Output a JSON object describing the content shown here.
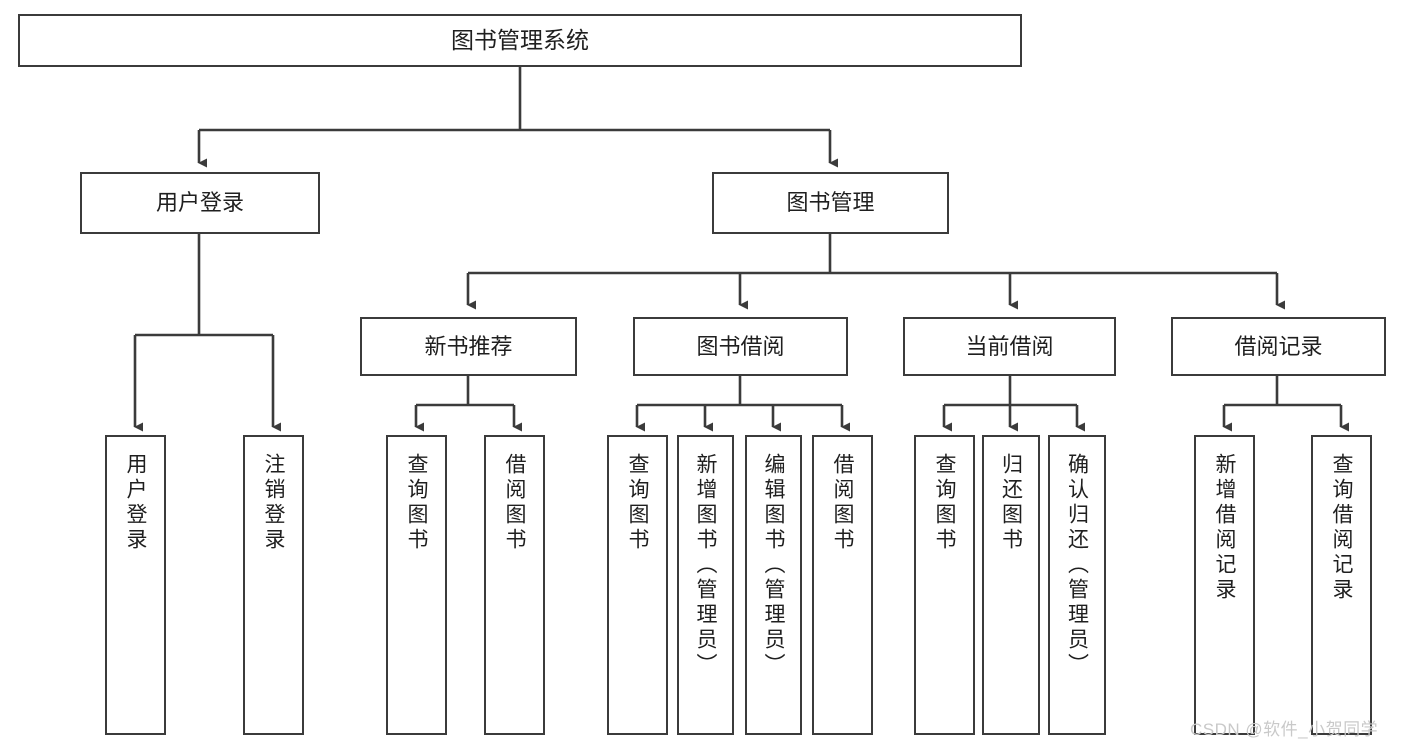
{
  "diagram": {
    "title": "图书管理系统",
    "type": "tree-hierarchy-chart",
    "watermark": "CSDN @软件_小贺同学",
    "colors": {
      "background": "#ffffff",
      "box_border": "#3b3b3b",
      "box_fill": "#ffffff",
      "connector": "#3b3b3b",
      "text": "#1f1f1f",
      "watermark": "#c9c9c9"
    }
  },
  "root": {
    "label": "图书管理系统"
  },
  "level2": [
    {
      "label": "用户登录"
    },
    {
      "label": "图书管理"
    }
  ],
  "level3": [
    {
      "label": "新书推荐"
    },
    {
      "label": "图书借阅"
    },
    {
      "label": "当前借阅"
    },
    {
      "label": "借阅记录"
    }
  ],
  "leaves": {
    "user_login": [
      {
        "label": "用户登录"
      },
      {
        "label": "注销登录"
      }
    ],
    "new_book_recommend": [
      {
        "label": "查询图书"
      },
      {
        "label": "借阅图书"
      }
    ],
    "book_borrow": [
      {
        "label": "查询图书"
      },
      {
        "label": "新增图书（管理员）"
      },
      {
        "label": "编辑图书（管理员）"
      },
      {
        "label": "借阅图书"
      }
    ],
    "current_borrow": [
      {
        "label": "查询图书"
      },
      {
        "label": "归还图书"
      },
      {
        "label": "确认归还（管理员）"
      }
    ],
    "borrow_record": [
      {
        "label": "新增借阅记录"
      },
      {
        "label": "查询借阅记录"
      }
    ]
  }
}
